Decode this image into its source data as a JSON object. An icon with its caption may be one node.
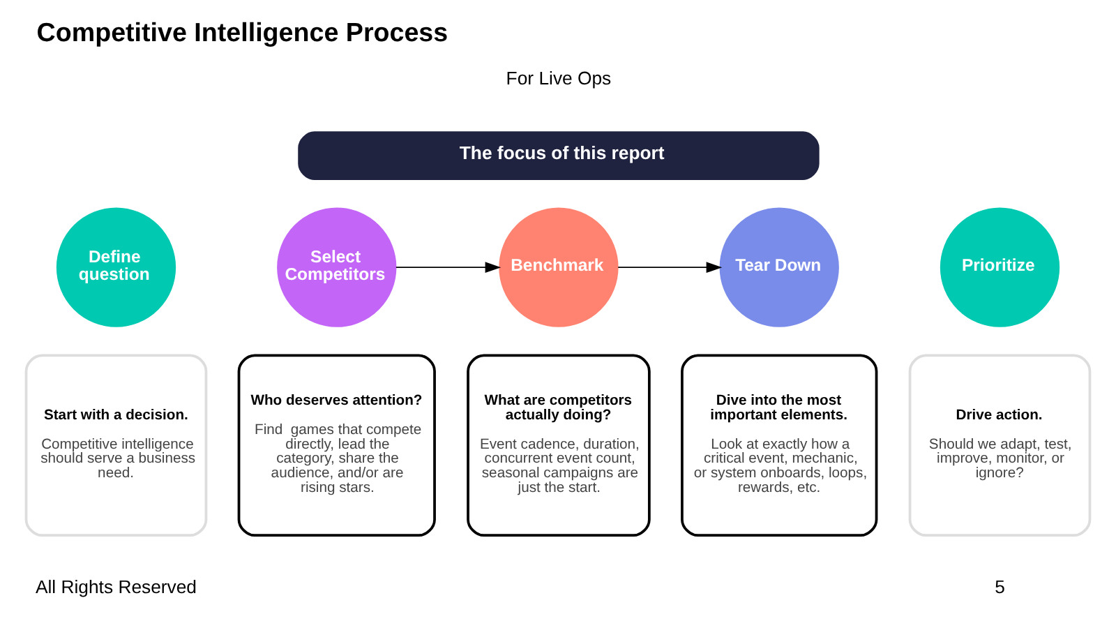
{
  "diagram": {
    "title": "Competitive Intelligence Process",
    "nodes": [
      {
        "text": [
          "The focus of this report"
        ]
      },
      {
        "text": [
          "Define question"
        ]
      },
      {
        "text": [
          "Start with a decision.",
          "Competitive intelligence should serve a business need."
        ]
      },
      {
        "text": [
          "Select Competitors"
        ]
      },
      {
        "text": [
          "Who deserves attention?",
          "Find  games that compete directly, lead the category, share the audience, and/or are rising stars."
        ]
      },
      {
        "text": [
          "Benchmark"
        ]
      },
      {
        "text": [
          "What are competitors actually doing?",
          "Event cadence, duration, concurrent event count, seasonal campaigns are just the start."
        ]
      },
      {
        "text": [
          "Tear Down"
        ]
      },
      {
        "text": [
          "Dive into the most important elements.",
          "Look at exactly how a critical event, mechanic, or system onboards, loops, rewards, etc."
        ]
      },
      {
        "text": [
          "Prioritize"
        ]
      },
      {
        "text": [
          "Drive action.",
          "Should we adapt, test, improve, monitor, or ignore?"
        ]
      }
    ],
    "edges": [
      {
        "from": 3,
        "to": 5,
        "arrow": "to"
      },
      {
        "from": 5,
        "to": 7,
        "arrow": "to"
      }
    ],
    "labels": [
      "For Live Ops",
      "All Rights Reserved",
      "5"
    ]
  }
}
